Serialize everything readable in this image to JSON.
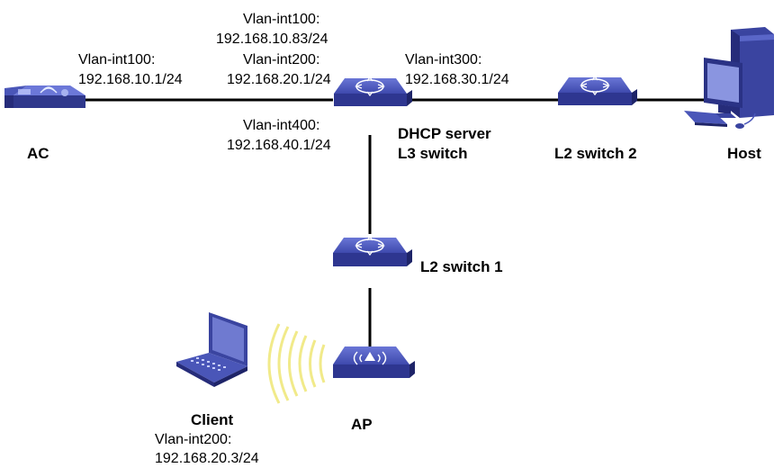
{
  "devices": {
    "ac": {
      "name": "AC",
      "icon": "access-controller-icon"
    },
    "l3_switch": {
      "name_line1": "DHCP server",
      "name_line2": "L3 switch",
      "icon": "l3-switch-icon"
    },
    "l2_switch_2": {
      "name": "L2 switch 2",
      "icon": "l2-switch-icon"
    },
    "host": {
      "name": "Host",
      "icon": "desktop-computer-icon"
    },
    "l2_switch_1": {
      "name": "L2 switch 1",
      "icon": "l2-switch-icon"
    },
    "ap": {
      "name": "AP",
      "icon": "access-point-icon"
    },
    "client": {
      "name": "Client",
      "icon": "laptop-icon"
    }
  },
  "interfaces": {
    "ac_vlan100": {
      "name": "Vlan-int100:",
      "ip": "192.168.10.1/24"
    },
    "l3_vlan100": {
      "name": "Vlan-int100:",
      "ip": "192.168.10.83/24"
    },
    "l3_vlan200": {
      "name": "Vlan-int200:",
      "ip": "192.168.20.1/24"
    },
    "l3_vlan300": {
      "name": "Vlan-int300:",
      "ip": "192.168.30.1/24"
    },
    "l3_vlan400": {
      "name": "Vlan-int400:",
      "ip": "192.168.40.1/24"
    },
    "client_vlan200": {
      "name": "Vlan-int200:",
      "ip": "192.168.20.3/24"
    }
  },
  "colors": {
    "device_top": "#4a56b8",
    "device_side": "#262c7a",
    "device_front": "#3a44a0",
    "link": "#000000",
    "wireless": "#f1ea8a"
  }
}
